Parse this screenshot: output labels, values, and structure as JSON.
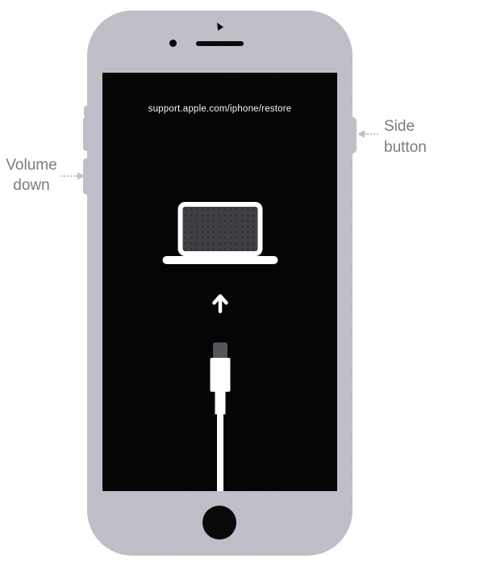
{
  "screen": {
    "url": "support.apple.com/iphone/restore"
  },
  "labels": {
    "volume_down": {
      "line1": "Volume",
      "line2": "down"
    },
    "side_button": {
      "line1": "Side",
      "line2": "button"
    }
  },
  "icons": {
    "laptop-icon": "css-shape",
    "up-arrow-icon": "↑",
    "lightning-cable-icon": "css-shape",
    "front-camera-icon": "●",
    "speaker-icon": "css-shape",
    "home-button": "●",
    "cursor-mark-icon": "▶"
  },
  "colors": {
    "bg": "#ffffff",
    "phone-body-dark": "#b0b0bb",
    "phone-body-light": "#cdcdd5",
    "screen-bg": "#050505",
    "screen-text": "#f5f5f5",
    "label-text": "#7b7b80",
    "pointer": "#c3c3ca",
    "laptop-screen": "#3f3f44",
    "laptop-dot": "#2b2b30",
    "connector-metal": "#55555c",
    "detail-black": "#0a0a0a",
    "white": "#ffffff"
  }
}
